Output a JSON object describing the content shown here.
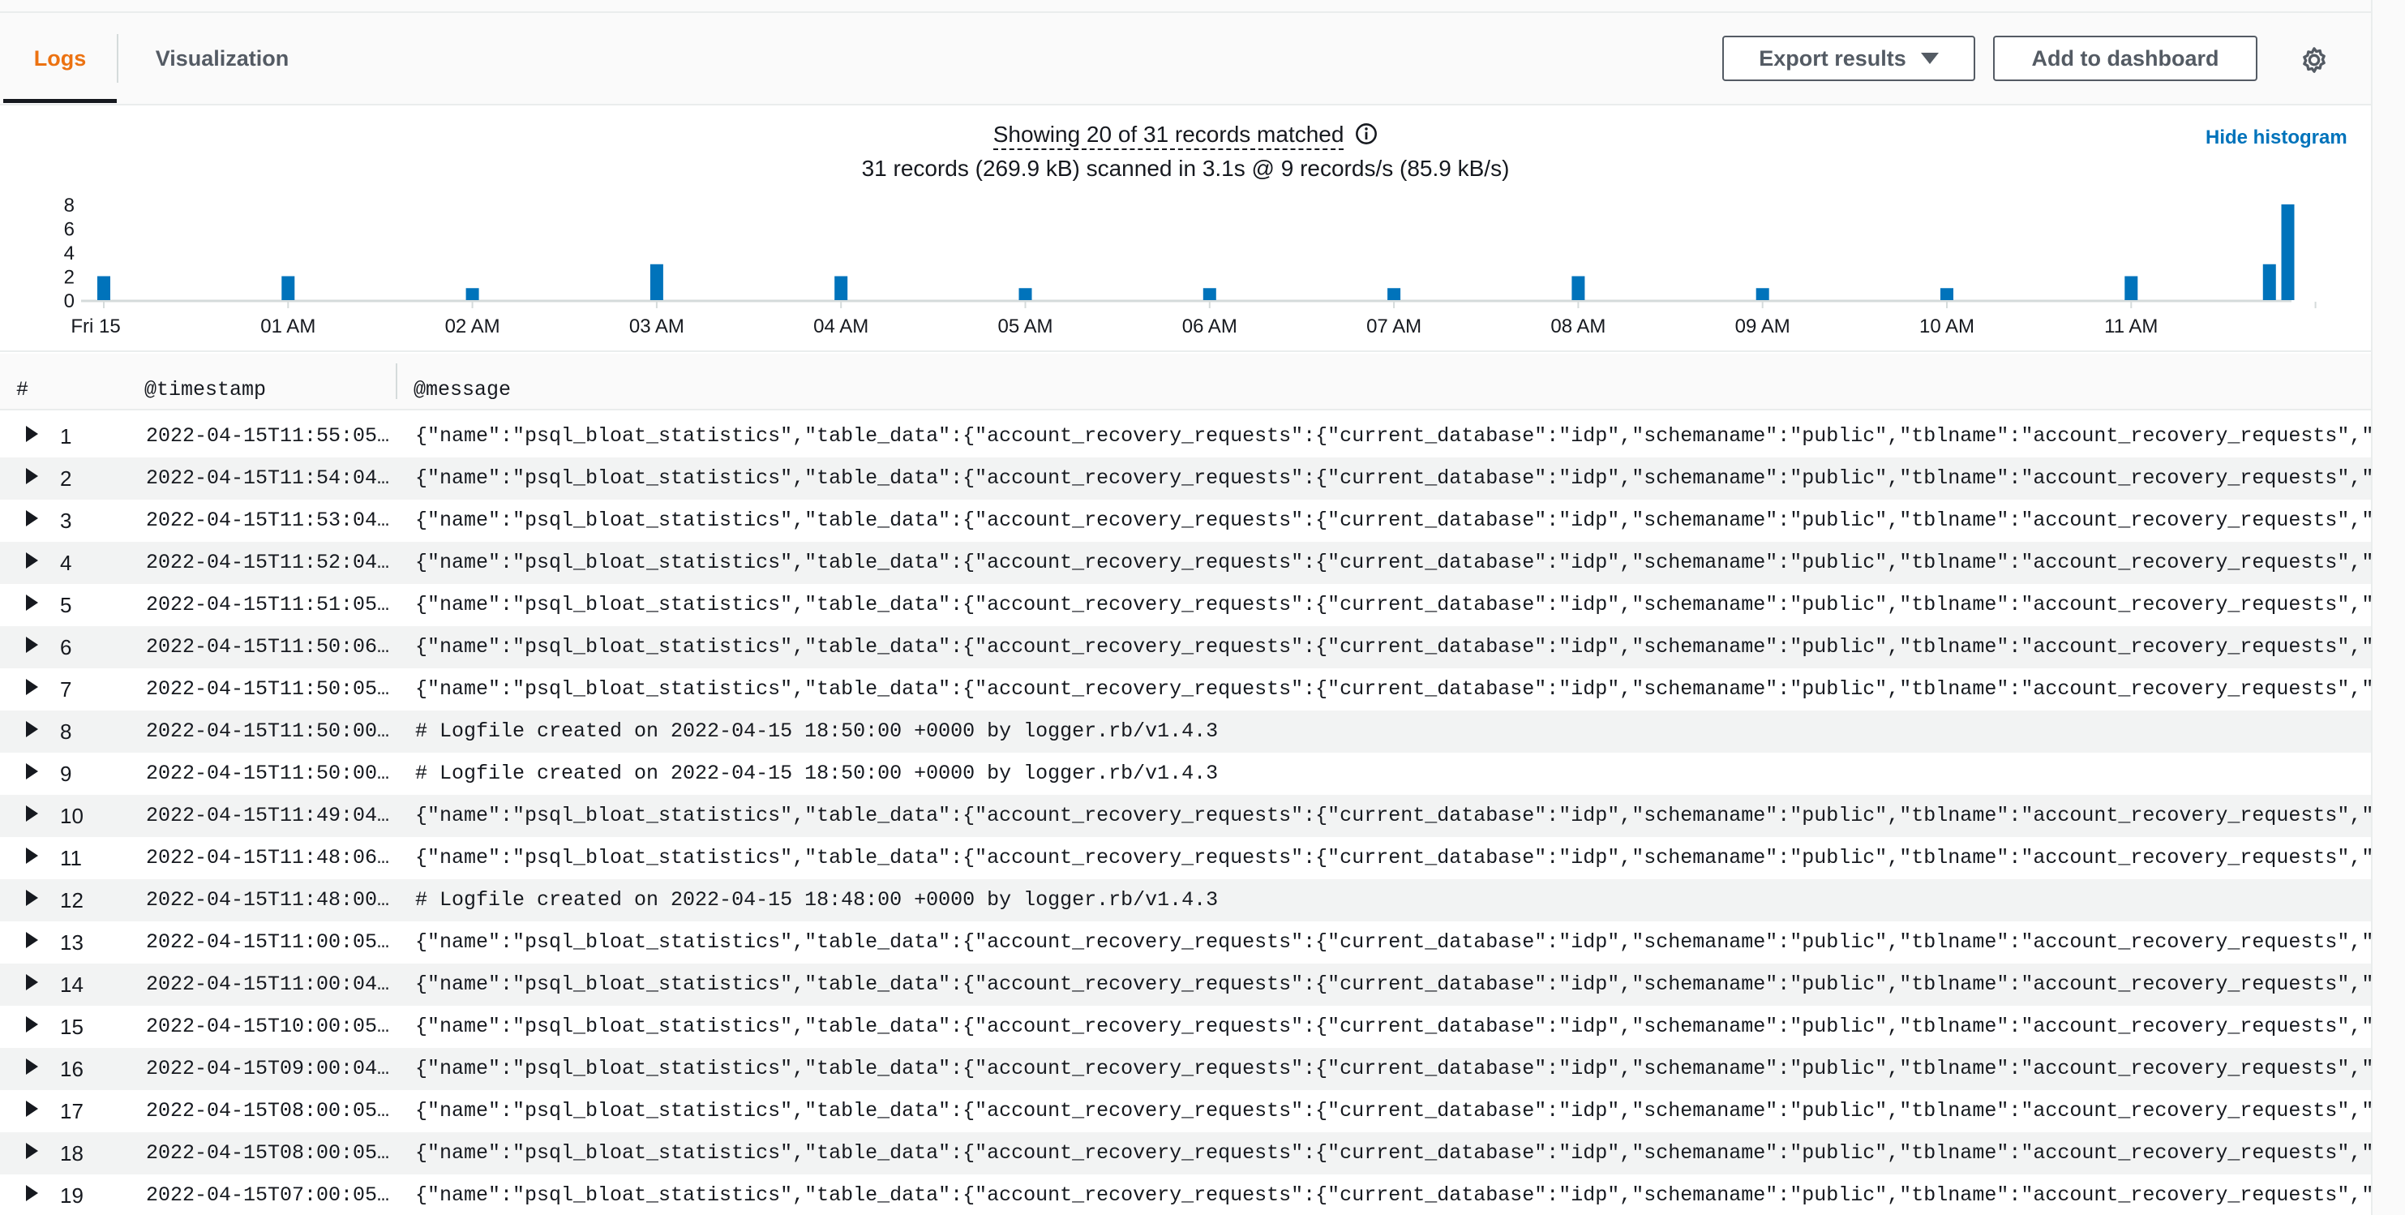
{
  "tabs": {
    "logs": "Logs",
    "visualization": "Visualization"
  },
  "toolbar": {
    "export_label": "Export results",
    "dashboard_label": "Add to dashboard"
  },
  "summary": {
    "showing": "Showing 20 of 31 records matched",
    "scanned": "31 records (269.9 kB) scanned in 3.1s @ 9 records/s (85.9 kB/s)",
    "hide_histogram": "Hide histogram"
  },
  "chart_data": {
    "type": "bar",
    "y_ticks": [
      "8",
      "6",
      "4",
      "2",
      "0"
    ],
    "ylim": [
      0,
      8
    ],
    "x_tick_labels": [
      "Fri 15",
      "01 AM",
      "02 AM",
      "03 AM",
      "04 AM",
      "05 AM",
      "06 AM",
      "07 AM",
      "08 AM",
      "09 AM",
      "10 AM",
      "11 AM"
    ],
    "bars_hours": [
      0,
      1,
      2,
      3,
      4,
      5,
      6,
      7,
      8,
      9,
      10,
      11,
      11.75,
      11.85
    ],
    "values": [
      2,
      2,
      1,
      3,
      2,
      1,
      1,
      1,
      2,
      1,
      1,
      2,
      3,
      8
    ],
    "x_max_hours": 12,
    "bar_color": "#0073bb"
  },
  "table": {
    "headers": {
      "num": "#",
      "timestamp": "@timestamp",
      "message": "@message"
    },
    "rows": [
      {
        "num": "1",
        "timestamp": "2022-04-15T11:55:05.…",
        "message": "{\"name\":\"psql_bloat_statistics\",\"table_data\":{\"account_recovery_requests\":{\"current_database\":\"idp\",\"schemaname\":\"public\",\"tblname\":\"account_recovery_requests\",\"real_si"
      },
      {
        "num": "2",
        "timestamp": "2022-04-15T11:54:04.…",
        "message": "{\"name\":\"psql_bloat_statistics\",\"table_data\":{\"account_recovery_requests\":{\"current_database\":\"idp\",\"schemaname\":\"public\",\"tblname\":\"account_recovery_requests\",\"real_si"
      },
      {
        "num": "3",
        "timestamp": "2022-04-15T11:53:04.…",
        "message": "{\"name\":\"psql_bloat_statistics\",\"table_data\":{\"account_recovery_requests\":{\"current_database\":\"idp\",\"schemaname\":\"public\",\"tblname\":\"account_recovery_requests\",\"real_si"
      },
      {
        "num": "4",
        "timestamp": "2022-04-15T11:52:04.…",
        "message": "{\"name\":\"psql_bloat_statistics\",\"table_data\":{\"account_recovery_requests\":{\"current_database\":\"idp\",\"schemaname\":\"public\",\"tblname\":\"account_recovery_requests\",\"real_si"
      },
      {
        "num": "5",
        "timestamp": "2022-04-15T11:51:05.…",
        "message": "{\"name\":\"psql_bloat_statistics\",\"table_data\":{\"account_recovery_requests\":{\"current_database\":\"idp\",\"schemaname\":\"public\",\"tblname\":\"account_recovery_requests\",\"real_si"
      },
      {
        "num": "6",
        "timestamp": "2022-04-15T11:50:06.…",
        "message": "{\"name\":\"psql_bloat_statistics\",\"table_data\":{\"account_recovery_requests\":{\"current_database\":\"idp\",\"schemaname\":\"public\",\"tblname\":\"account_recovery_requests\",\"real_si"
      },
      {
        "num": "7",
        "timestamp": "2022-04-15T11:50:05.…",
        "message": "{\"name\":\"psql_bloat_statistics\",\"table_data\":{\"account_recovery_requests\":{\"current_database\":\"idp\",\"schemaname\":\"public\",\"tblname\":\"account_recovery_requests\",\"real_si"
      },
      {
        "num": "8",
        "timestamp": "2022-04-15T11:50:00.…",
        "message": "# Logfile created on 2022-04-15 18:50:00 +0000 by logger.rb/v1.4.3"
      },
      {
        "num": "9",
        "timestamp": "2022-04-15T11:50:00.…",
        "message": "# Logfile created on 2022-04-15 18:50:00 +0000 by logger.rb/v1.4.3"
      },
      {
        "num": "10",
        "timestamp": "2022-04-15T11:49:04.…",
        "message": "{\"name\":\"psql_bloat_statistics\",\"table_data\":{\"account_recovery_requests\":{\"current_database\":\"idp\",\"schemaname\":\"public\",\"tblname\":\"account_recovery_requests\",\"real_si"
      },
      {
        "num": "11",
        "timestamp": "2022-04-15T11:48:06.…",
        "message": "{\"name\":\"psql_bloat_statistics\",\"table_data\":{\"account_recovery_requests\":{\"current_database\":\"idp\",\"schemaname\":\"public\",\"tblname\":\"account_recovery_requests\",\"real_si"
      },
      {
        "num": "12",
        "timestamp": "2022-04-15T11:48:00.…",
        "message": "# Logfile created on 2022-04-15 18:48:00 +0000 by logger.rb/v1.4.3"
      },
      {
        "num": "13",
        "timestamp": "2022-04-15T11:00:05.…",
        "message": "{\"name\":\"psql_bloat_statistics\",\"table_data\":{\"account_recovery_requests\":{\"current_database\":\"idp\",\"schemaname\":\"public\",\"tblname\":\"account_recovery_requests\",\"real_si"
      },
      {
        "num": "14",
        "timestamp": "2022-04-15T11:00:04.…",
        "message": "{\"name\":\"psql_bloat_statistics\",\"table_data\":{\"account_recovery_requests\":{\"current_database\":\"idp\",\"schemaname\":\"public\",\"tblname\":\"account_recovery_requests\",\"real_si"
      },
      {
        "num": "15",
        "timestamp": "2022-04-15T10:00:05.…",
        "message": "{\"name\":\"psql_bloat_statistics\",\"table_data\":{\"account_recovery_requests\":{\"current_database\":\"idp\",\"schemaname\":\"public\",\"tblname\":\"account_recovery_requests\",\"real_si"
      },
      {
        "num": "16",
        "timestamp": "2022-04-15T09:00:04.…",
        "message": "{\"name\":\"psql_bloat_statistics\",\"table_data\":{\"account_recovery_requests\":{\"current_database\":\"idp\",\"schemaname\":\"public\",\"tblname\":\"account_recovery_requests\",\"real_si"
      },
      {
        "num": "17",
        "timestamp": "2022-04-15T08:00:05.…",
        "message": "{\"name\":\"psql_bloat_statistics\",\"table_data\":{\"account_recovery_requests\":{\"current_database\":\"idp\",\"schemaname\":\"public\",\"tblname\":\"account_recovery_requests\",\"real_si"
      },
      {
        "num": "18",
        "timestamp": "2022-04-15T08:00:05.…",
        "message": "{\"name\":\"psql_bloat_statistics\",\"table_data\":{\"account_recovery_requests\":{\"current_database\":\"idp\",\"schemaname\":\"public\",\"tblname\":\"account_recovery_requests\",\"real_si"
      },
      {
        "num": "19",
        "timestamp": "2022-04-15T07:00:05.…",
        "message": "{\"name\":\"psql_bloat_statistics\",\"table_data\":{\"account_recovery_requests\":{\"current_database\":\"idp\",\"schemaname\":\"public\",\"tblname\":\"account_recovery_requests\",\"real_si"
      }
    ]
  }
}
